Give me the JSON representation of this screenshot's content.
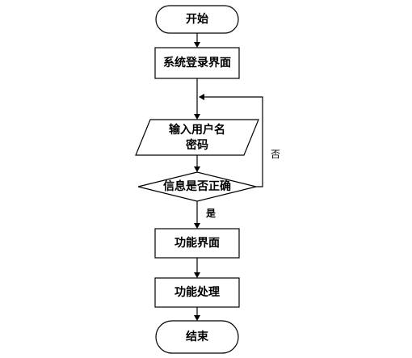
{
  "nodes": {
    "start": "开始",
    "login_screen": "系统登录界面",
    "input_line1": "输入用户名",
    "input_line2": "密码",
    "decision": "信息是否正确",
    "function_screen": "功能界面",
    "function_process": "功能处理",
    "end": "结束"
  },
  "edge_labels": {
    "yes": "是",
    "no": "否"
  }
}
